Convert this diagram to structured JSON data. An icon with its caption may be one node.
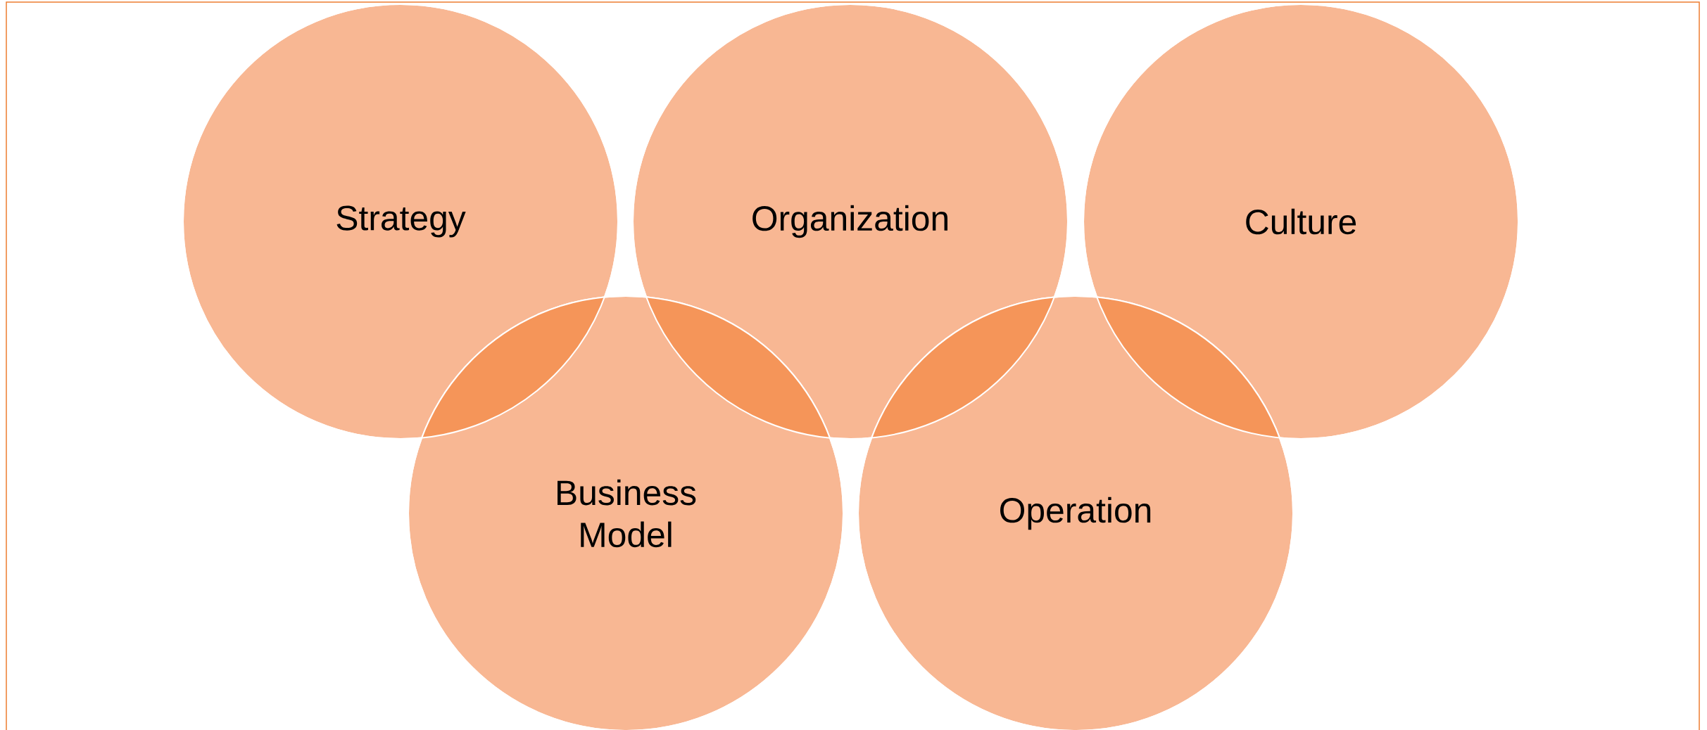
{
  "diagram": {
    "nodes": [
      {
        "text": [
          "Strategy"
        ]
      },
      {
        "text": [
          "Organization"
        ]
      },
      {
        "text": [
          "Culture"
        ]
      },
      {
        "text": [
          "Business Model"
        ]
      },
      {
        "text": [
          "Operation"
        ]
      }
    ]
  }
}
